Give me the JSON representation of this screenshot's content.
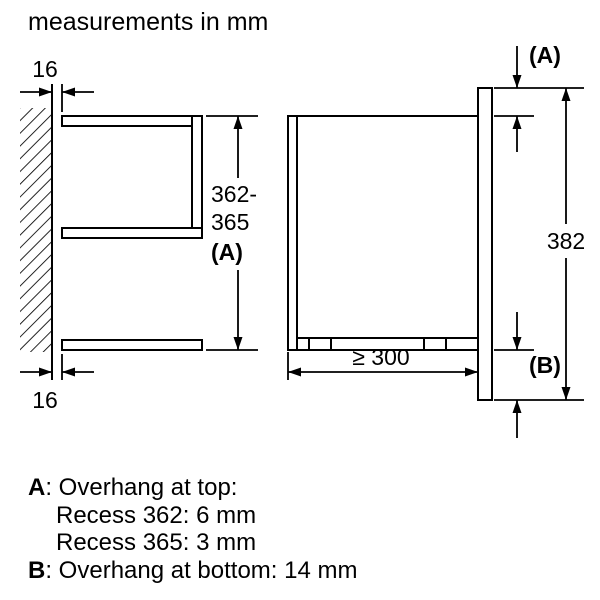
{
  "title": "measurements in mm",
  "diagram": {
    "dim_wall_gap_top": "16",
    "dim_wall_gap_bottom": "16",
    "dim_niche_height_line1": "362-",
    "dim_niche_height_line2": "365",
    "dim_niche_height_line3": "(A)",
    "dim_overhang_top": "(A)",
    "dim_overhang_bottom": "(B)",
    "dim_front_height": "382",
    "dim_min_depth": "≥ 300"
  },
  "legend": {
    "a_key": "A",
    "a_rest": ": Overhang at top:",
    "a_sub1": "Recess 362: 6 mm",
    "a_sub2": "Recess 365: 3 mm",
    "b_key": "B",
    "b_rest": ": Overhang at bottom: 14 mm"
  }
}
